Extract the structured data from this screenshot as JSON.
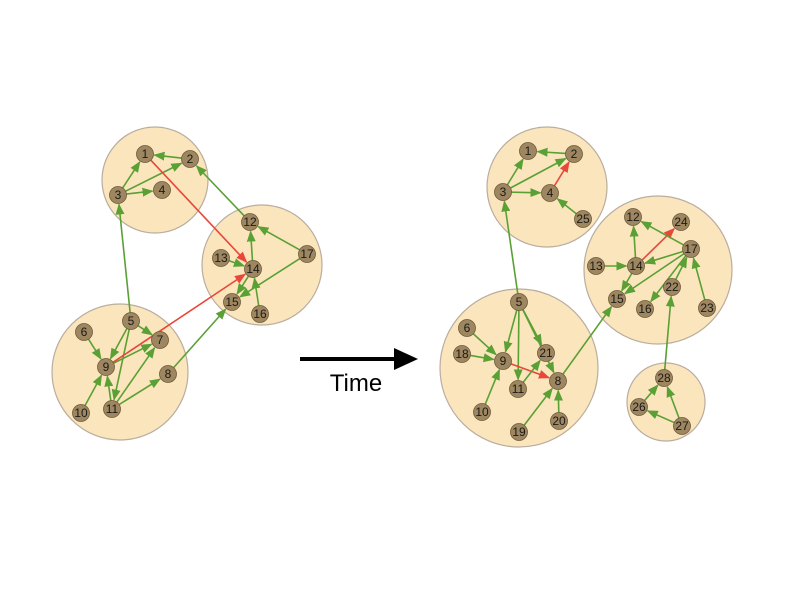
{
  "colors": {
    "cluster_fill": "#fae5bd",
    "cluster_stroke": "#b9ad9e",
    "node_fill": "#9e8760",
    "node_stroke": "#6e5a3a",
    "edge_green": "#5aa035",
    "edge_red": "#e8473a",
    "arrow": "#000000"
  },
  "time_label": "Time",
  "before": {
    "nodes": [
      "1",
      "2",
      "3",
      "4",
      "5",
      "6",
      "7",
      "8",
      "9",
      "10",
      "11",
      "12",
      "13",
      "14",
      "15",
      "16",
      "17"
    ],
    "edges": [
      {
        "from": "2",
        "to": "1",
        "color": "green"
      },
      {
        "from": "3",
        "to": "1",
        "color": "green"
      },
      {
        "from": "3",
        "to": "2",
        "color": "green"
      },
      {
        "from": "3",
        "to": "4",
        "color": "green"
      },
      {
        "from": "1",
        "to": "14",
        "color": "red"
      },
      {
        "from": "12",
        "to": "2",
        "color": "green"
      },
      {
        "from": "5",
        "to": "3",
        "color": "green"
      },
      {
        "from": "13",
        "to": "14",
        "color": "green"
      },
      {
        "from": "14",
        "to": "12",
        "color": "green"
      },
      {
        "from": "17",
        "to": "12",
        "color": "green"
      },
      {
        "from": "17",
        "to": "15",
        "color": "green"
      },
      {
        "from": "16",
        "to": "14",
        "color": "green"
      },
      {
        "from": "14",
        "to": "15",
        "color": "green"
      },
      {
        "from": "6",
        "to": "9",
        "color": "green"
      },
      {
        "from": "5",
        "to": "9",
        "color": "green"
      },
      {
        "from": "5",
        "to": "7",
        "color": "green"
      },
      {
        "from": "5",
        "to": "11",
        "color": "green"
      },
      {
        "from": "9",
        "to": "7",
        "color": "green"
      },
      {
        "from": "9",
        "to": "14",
        "color": "red"
      },
      {
        "from": "10",
        "to": "9",
        "color": "green"
      },
      {
        "from": "11",
        "to": "9",
        "color": "green"
      },
      {
        "from": "11",
        "to": "7",
        "color": "green"
      },
      {
        "from": "11",
        "to": "8",
        "color": "green"
      },
      {
        "from": "8",
        "to": "15",
        "color": "green"
      }
    ]
  },
  "after": {
    "nodes": [
      "1",
      "2",
      "3",
      "4",
      "5",
      "6",
      "8",
      "9",
      "10",
      "11",
      "12",
      "13",
      "14",
      "15",
      "16",
      "17",
      "18",
      "19",
      "20",
      "21",
      "22",
      "23",
      "24",
      "25",
      "26",
      "27",
      "28"
    ],
    "edges": [
      {
        "from": "2",
        "to": "1",
        "color": "green"
      },
      {
        "from": "3",
        "to": "1",
        "color": "green"
      },
      {
        "from": "3",
        "to": "2",
        "color": "green"
      },
      {
        "from": "3",
        "to": "4",
        "color": "green"
      },
      {
        "from": "4",
        "to": "2",
        "color": "red"
      },
      {
        "from": "25",
        "to": "4",
        "color": "green"
      },
      {
        "from": "5",
        "to": "3",
        "color": "green"
      },
      {
        "from": "13",
        "to": "14",
        "color": "green"
      },
      {
        "from": "14",
        "to": "12",
        "color": "green"
      },
      {
        "from": "14",
        "to": "24",
        "color": "red"
      },
      {
        "from": "17",
        "to": "12",
        "color": "green"
      },
      {
        "from": "17",
        "to": "14",
        "color": "green"
      },
      {
        "from": "17",
        "to": "16",
        "color": "green"
      },
      {
        "from": "17",
        "to": "15",
        "color": "green"
      },
      {
        "from": "23",
        "to": "17",
        "color": "green"
      },
      {
        "from": "22",
        "to": "17",
        "color": "green"
      },
      {
        "from": "14",
        "to": "15",
        "color": "green"
      },
      {
        "from": "6",
        "to": "9",
        "color": "green"
      },
      {
        "from": "18",
        "to": "9",
        "color": "green"
      },
      {
        "from": "5",
        "to": "9",
        "color": "green"
      },
      {
        "from": "5",
        "to": "11",
        "color": "green"
      },
      {
        "from": "5",
        "to": "21",
        "color": "green"
      },
      {
        "from": "5",
        "to": "8",
        "color": "green"
      },
      {
        "from": "9",
        "to": "8",
        "color": "red"
      },
      {
        "from": "10",
        "to": "9",
        "color": "green"
      },
      {
        "from": "11",
        "to": "21",
        "color": "green"
      },
      {
        "from": "19",
        "to": "8",
        "color": "green"
      },
      {
        "from": "20",
        "to": "8",
        "color": "green"
      },
      {
        "from": "8",
        "to": "15",
        "color": "green"
      },
      {
        "from": "28",
        "to": "22",
        "color": "green"
      },
      {
        "from": "26",
        "to": "28",
        "color": "green"
      },
      {
        "from": "27",
        "to": "28",
        "color": "green"
      },
      {
        "from": "27",
        "to": "26",
        "color": "green"
      }
    ]
  }
}
